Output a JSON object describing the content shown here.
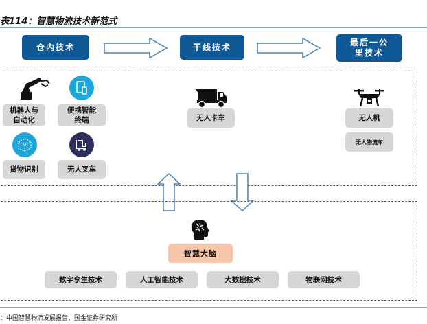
{
  "figure": {
    "title": "表114：智慧物流技术新范式",
    "source": "：中国智慧物流发展报告，国金证券研究所"
  },
  "stages": [
    {
      "label": "仓内技术"
    },
    {
      "label": "干线技术"
    },
    {
      "label": "最后一公里技术",
      "line1": "最后一公",
      "line2": "里技术"
    }
  ],
  "warehouse": {
    "items": [
      {
        "label_line1": "机器人与",
        "label_line2": "自动化",
        "icon": "robot-arm-icon"
      },
      {
        "label_line1": "便携智能",
        "label_line2": "终端",
        "icon": "tablet-icon"
      },
      {
        "label": "货物识别",
        "icon": "cube-icon"
      },
      {
        "label": "无人叉车",
        "icon": "forklift-icon"
      }
    ]
  },
  "trunk": {
    "items": [
      {
        "label": "无人卡车",
        "icon": "truck-icon"
      }
    ]
  },
  "last_mile": {
    "items": [
      {
        "label": "无人机",
        "icon": "drone-icon"
      },
      {
        "label": "无人物流车"
      }
    ]
  },
  "brain": {
    "label": "智慧大脑",
    "icon": "brain-head-icon",
    "technologies": [
      "数字孪生技术",
      "人工智能技术",
      "大数据技术",
      "物联网技术"
    ]
  },
  "colors": {
    "stage_blue": "#0f5a96",
    "gray_box": "#d6d6d6",
    "brain_box": "#f6c5aa",
    "cyan_icon": "#1ba6dc",
    "navy_icon": "#2d2d5e",
    "arrow_outline": "#4a7fb5"
  }
}
